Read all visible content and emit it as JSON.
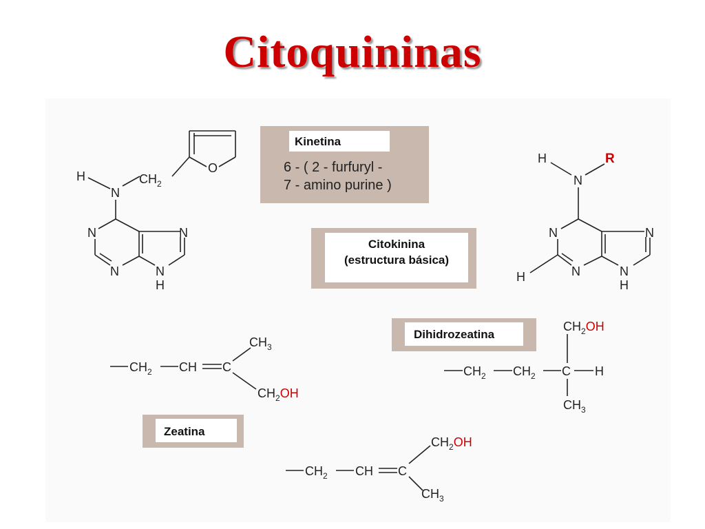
{
  "title": "Citoquininas",
  "kinetina": {
    "label": "Kinetina",
    "line1": "6 - ( 2 - furfuryl -",
    "line2": "7 - amino purine )"
  },
  "citokinina": {
    "line1": "Citokinina",
    "line2": "(estructura básica)"
  },
  "dihidrozeatina": {
    "label": "Dihidrozeatina"
  },
  "zeatina": {
    "label": "Zeatina"
  },
  "atoms": {
    "H": "H",
    "N": "N",
    "O": "O",
    "C": "C",
    "R": "R",
    "CH2": "CH",
    "CH": "CH",
    "CH3": "CH",
    "OH": "OH",
    "sub2": "2",
    "sub3": "3"
  },
  "colors": {
    "title": "#cc0000",
    "panel": "#c8b8ae",
    "hydroxyl": "#cc0000"
  }
}
